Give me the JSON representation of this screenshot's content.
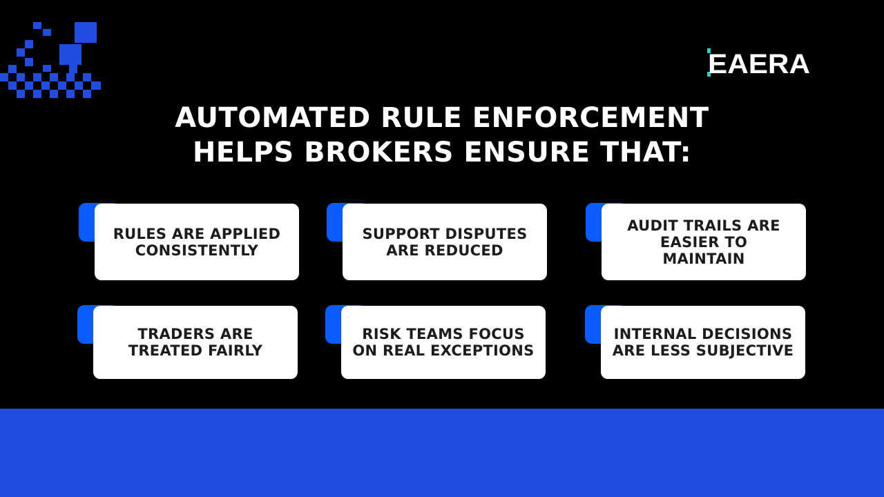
{
  "colors": {
    "background": "#000000",
    "accent_blue": "#1f4ee0",
    "card_accent": "#0a5cff",
    "logo_teal": "#22d3c5",
    "card_bg": "#ffffff",
    "card_text": "#1c1c1c"
  },
  "logo": {
    "text": "EAERA"
  },
  "headline": {
    "line1": "AUTOMATED RULE ENFORCEMENT",
    "line2": "HELPS BROKERS ENSURE THAT:"
  },
  "cards": [
    {
      "text": "RULES ARE APPLIED CONSISTENTLY"
    },
    {
      "text": "SUPPORT DISPUTES ARE REDUCED"
    },
    {
      "text": "AUDIT TRAILS ARE EASIER TO MAINTAIN"
    },
    {
      "text": "TRADERS ARE TREATED FAIRLY"
    },
    {
      "text": "RISK TEAMS FOCUS ON REAL EXCEPTIONS"
    },
    {
      "text": "INTERNAL DECISIONS ARE LESS SUBJECTIVE"
    }
  ],
  "decoration": {
    "icon": "pixel-mosaic-icon"
  }
}
